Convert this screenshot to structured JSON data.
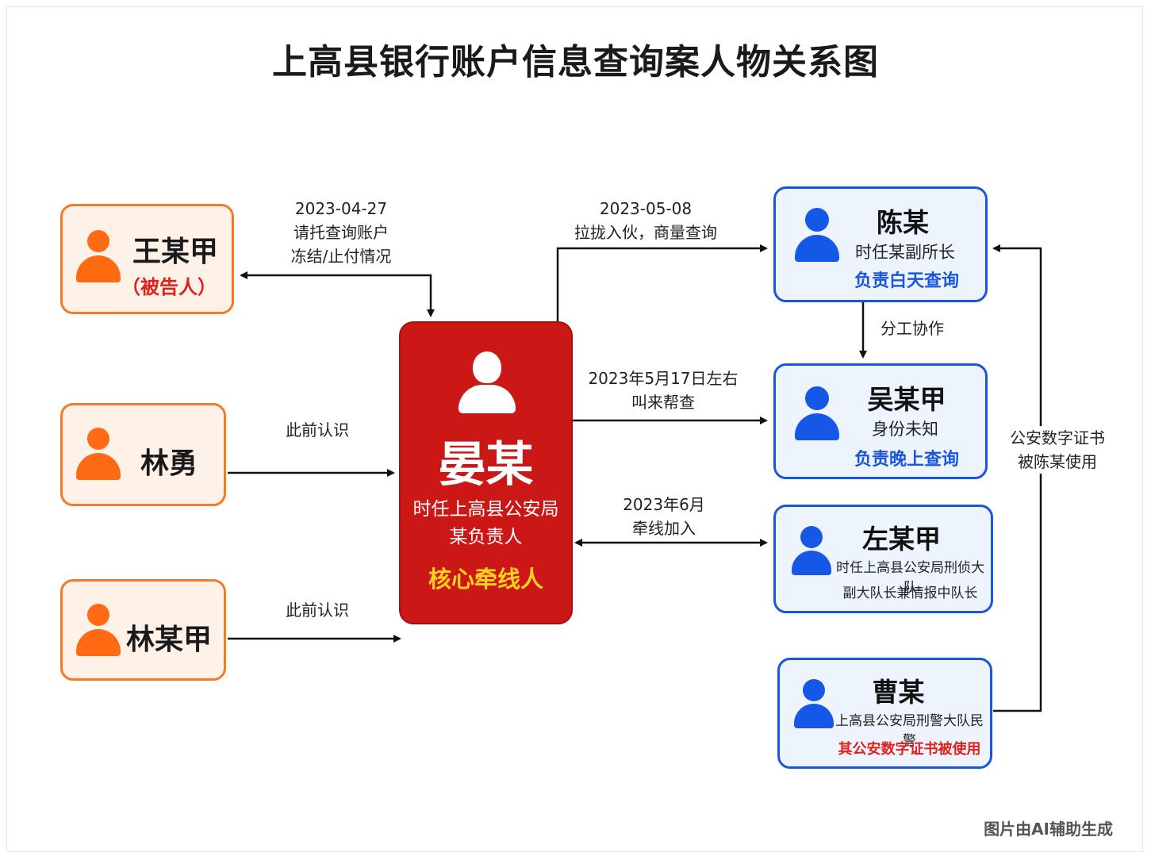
{
  "title": "上高县银行账户信息查询案人物关系图",
  "center": {
    "name": "晏某",
    "role_line1": "时任上高县公安局",
    "role_line2": "某负责人",
    "tag": "核心牵线人"
  },
  "left_people": [
    {
      "name": "王某甲",
      "note": "（被告人）"
    },
    {
      "name": "林勇"
    },
    {
      "name": "林某甲"
    }
  ],
  "right_people": [
    {
      "name": "陈某",
      "line1": "时任某副所长",
      "line2": "负责白天查询"
    },
    {
      "name": "吴某甲",
      "line1": "身份未知",
      "line2": "负责晚上查询"
    },
    {
      "name": "左某甲",
      "line1": "时任上高县公安局刑侦大队",
      "line2": "副大队长兼情报中队长"
    },
    {
      "name": "曹某",
      "line1": "上高县公安局刑警大队民警",
      "line2": "其公安数字证书被使用"
    }
  ],
  "edge_labels": {
    "wang": [
      "2023-04-27",
      "请托查询账户",
      "冻结/止付情况"
    ],
    "linyong": "此前认识",
    "linmoujia": "此前认识",
    "chen": [
      "2023-05-08",
      "拉拢入伙，商量查询"
    ],
    "wu": [
      "2023年5月17日左右",
      "叫来帮查"
    ],
    "zuo": [
      "2023年6月",
      "牵线加入"
    ],
    "division": "分工协作",
    "cert": [
      "公安数字证书",
      "被陈某使用"
    ]
  },
  "colors": {
    "orange": "#f47a2a",
    "blue": "#1a56db",
    "red": "#cc1717",
    "yellow": "#ffd21f"
  },
  "credit": "图片由AI辅助生成"
}
